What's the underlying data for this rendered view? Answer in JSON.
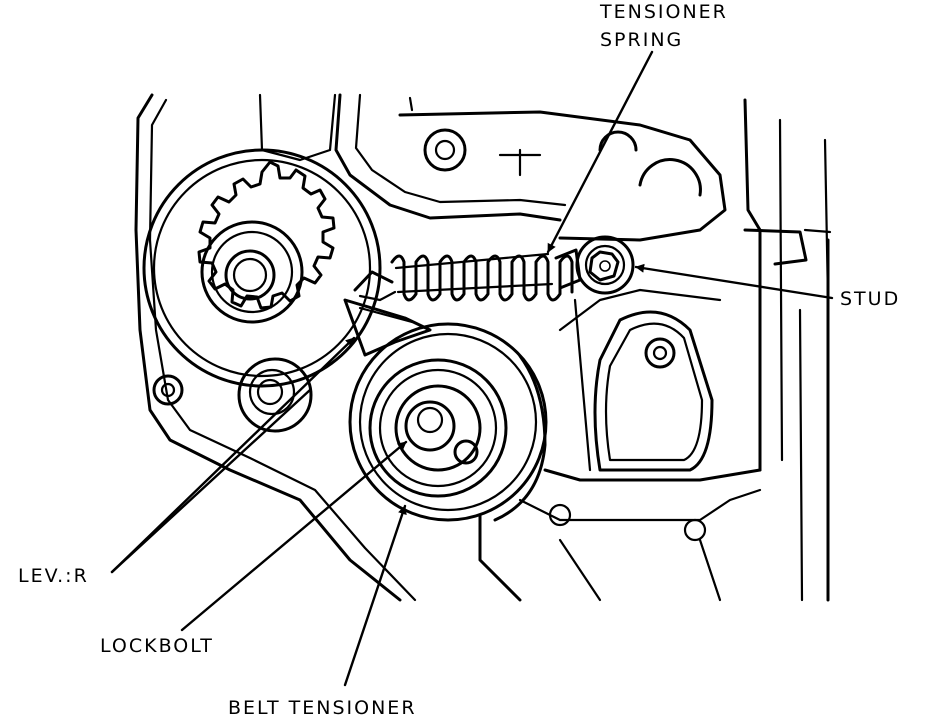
{
  "labels": {
    "tensioner_spring_line1": "TENSIONER",
    "tensioner_spring_line2": "SPRING",
    "stud": "STUD",
    "lever": "LEV.:R",
    "lockbolt": "LOCKBOLT",
    "belt_tensioner": "BELT TENSIONER"
  }
}
